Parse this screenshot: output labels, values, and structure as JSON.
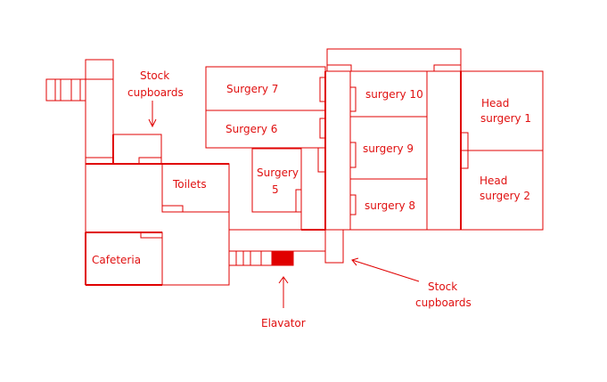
{
  "floorplan": {
    "line_color": "#e00000",
    "elevator_color": "#e00000",
    "rooms": {
      "surgery_7": "Surgery  7",
      "surgery_6": "Surgery  6",
      "surgery_5_line1": "Surgery",
      "surgery_5_line2": "5",
      "surgery_10": "surgery 10",
      "surgery_9": "surgery 9",
      "surgery_8": "surgery 8",
      "head_surgery_1_line1": "Head",
      "head_surgery_1_line2": "surgery 1",
      "head_surgery_2_line1": "Head",
      "head_surgery_2_line2": "surgery 2",
      "toilets": "Toilets",
      "cafeteria": "Cafeteria"
    },
    "annotations": {
      "stock_top_line1": "Stock",
      "stock_top_line2": "cupboards",
      "stock_bottom_line1": "Stock",
      "stock_bottom_line2": "cupboards",
      "elevator": "Elavator"
    }
  }
}
